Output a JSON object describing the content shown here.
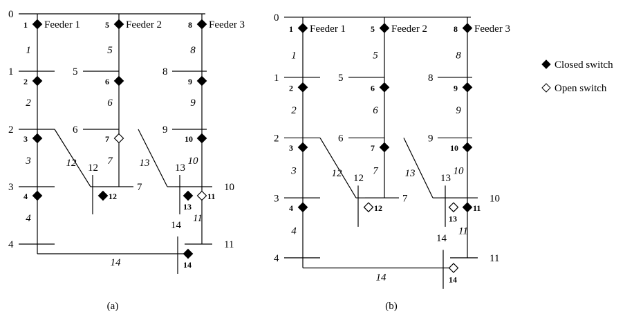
{
  "colors": {
    "line": "#000000",
    "closed_fill": "#000000",
    "open_fill": "#ffffff"
  },
  "legend": {
    "closed_label": "Closed switch",
    "open_label": "Open switch",
    "closed_icon": "filled-diamond",
    "open_icon": "hollow-diamond"
  },
  "panels": [
    {
      "caption": "(a)",
      "bus_labels": [
        "0",
        "1",
        "2",
        "3",
        "4",
        "5",
        "6",
        "7",
        "8",
        "9",
        "10",
        "11",
        "12",
        "13",
        "14"
      ],
      "feeder_labels": [
        "Feeder 1",
        "Feeder 2",
        "Feeder 3"
      ],
      "line_labels": [
        "1",
        "2",
        "3",
        "4",
        "5",
        "6",
        "7",
        "8",
        "9",
        "10",
        "11",
        "12",
        "13",
        "14"
      ],
      "switches": [
        {
          "label": "1",
          "state": "closed"
        },
        {
          "label": "2",
          "state": "closed"
        },
        {
          "label": "3",
          "state": "closed"
        },
        {
          "label": "4",
          "state": "closed"
        },
        {
          "label": "5",
          "state": "closed"
        },
        {
          "label": "6",
          "state": "closed"
        },
        {
          "label": "7",
          "state": "open"
        },
        {
          "label": "8",
          "state": "closed"
        },
        {
          "label": "9",
          "state": "closed"
        },
        {
          "label": "10",
          "state": "closed"
        },
        {
          "label": "11",
          "state": "open"
        },
        {
          "label": "12",
          "state": "closed"
        },
        {
          "label": "13",
          "state": "closed"
        },
        {
          "label": "14",
          "state": "closed"
        }
      ]
    },
    {
      "caption": "(b)",
      "bus_labels": [
        "0",
        "1",
        "2",
        "3",
        "4",
        "5",
        "6",
        "7",
        "8",
        "9",
        "10",
        "11",
        "12",
        "13",
        "14"
      ],
      "feeder_labels": [
        "Feeder 1",
        "Feeder 2",
        "Feeder 3"
      ],
      "line_labels": [
        "1",
        "2",
        "3",
        "4",
        "5",
        "6",
        "7",
        "8",
        "9",
        "10",
        "11",
        "12",
        "13",
        "14"
      ],
      "switches": [
        {
          "label": "1",
          "state": "closed"
        },
        {
          "label": "2",
          "state": "closed"
        },
        {
          "label": "3",
          "state": "closed"
        },
        {
          "label": "4",
          "state": "closed"
        },
        {
          "label": "5",
          "state": "closed"
        },
        {
          "label": "6",
          "state": "closed"
        },
        {
          "label": "7",
          "state": "closed"
        },
        {
          "label": "8",
          "state": "closed"
        },
        {
          "label": "9",
          "state": "closed"
        },
        {
          "label": "10",
          "state": "closed"
        },
        {
          "label": "11",
          "state": "closed"
        },
        {
          "label": "12",
          "state": "open"
        },
        {
          "label": "13",
          "state": "open"
        },
        {
          "label": "14",
          "state": "open"
        }
      ]
    }
  ]
}
